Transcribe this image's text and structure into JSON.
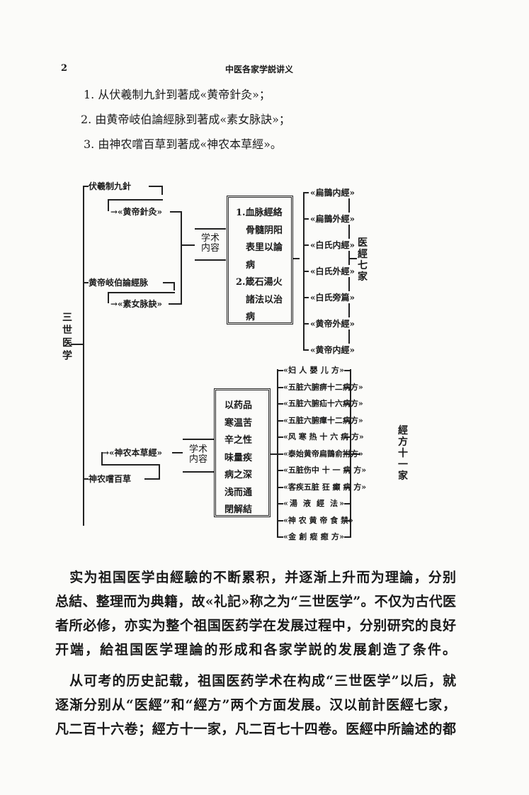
{
  "header": {
    "page_number": "2",
    "title": "中医各家学説讲义"
  },
  "list": [
    "1. 从伏羲制九針到著成«黄帝針灸»；",
    "2. 由黄帝岐伯論經脉到著成«素女脉訣»；",
    "3. 由神农嚐百草到著成«神农本草經»。"
  ],
  "diagram": {
    "root": "三世医学",
    "upper": {
      "origin1": "伏羲制九針",
      "book1": "→«黄帝針灸»",
      "origin2": "黄帝岐伯論經脉",
      "book2": "→«素女脉訣»",
      "label": "学术内容",
      "content": [
        "1.血脉經絡",
        "骨髓阴阳",
        "表里以論",
        "病",
        "2.箴石湯火",
        "諸法以治",
        "病"
      ],
      "items": [
        "«扁鵲内經»",
        "«扁鵲外經»",
        "«白氏内經»",
        "«白氏外經»",
        "«白氏旁篇»",
        "«黄帝外經»",
        "«黄帝内經»"
      ],
      "group": "医經七家"
    },
    "lower": {
      "book": "→«神农本草經»",
      "origin": "神农嚐百草",
      "label": "学术内容",
      "content": [
        "以药品",
        "寒温苦",
        "辛之性",
        "味量疾",
        "病之深",
        "浅而通",
        "閉解結"
      ],
      "items": [
        "«妇 人 嬰 儿 方»",
        "«五脏六腑痹十二病方»",
        "«五脏六腑疝十六病方»",
        "«五脏六腑癉十二病方»",
        "«风 寒 热 十 六 病 方»",
        "«泰始黄帝扁鵲俞拊方»",
        "«五脏伤中 十 一 病 方»",
        "«客疾五脏 狂 癲 病 方»",
        "«湯 液 經 法»",
        "«神 农 黄 帝 食 禁»",
        "«金 創 瘲 瘛 方»"
      ],
      "group": "經方十一家"
    }
  },
  "body": {
    "lines": [
      "　实为祖国医学由經驗的不断累积，并逐渐上升而为理論，分别",
      "总結、整理而为典籍，故«礼記»称之为“三世医学”。不仅为古代医",
      "者所必修，亦实为整个祖国医药学在发展过程中，分别研究的良好",
      "开端，給祖国医学理論的形成和各家学説的发展創造了条件。",
      "　从可考的历史記载，祖国医药学术在构成“三世医学”以后，就",
      "逐渐分别从“医經”和“經方”两个方面发展。汉以前計医經七家，",
      "凡二百十六卷；經方十一家，凡二百七十四卷。医經中所論述的都"
    ]
  }
}
